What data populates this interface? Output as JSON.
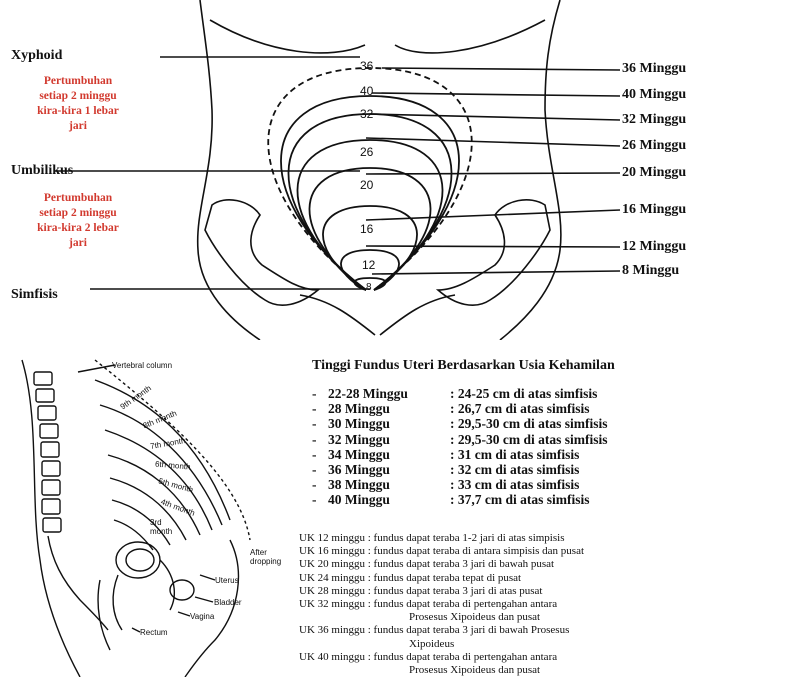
{
  "top_diagram": {
    "left_labels": {
      "xyphoid": "Xyphoid",
      "umbilikus": "Umbilikus",
      "simfisis": "Simfisis"
    },
    "red_notes": {
      "upper": [
        "Pertumbuhan",
        "setiap 2 minggu",
        "kira-kira 1 lebar",
        "jari"
      ],
      "lower": [
        "Pertumbuhan",
        "setiap 2 minggu",
        "kira-kira 2 lebar",
        "jari"
      ]
    },
    "right_labels": [
      "36 Minggu",
      "40 Minggu",
      "32 Minggu",
      "26 Minggu",
      "20 Minggu",
      "16 Minggu",
      "12 Minggu",
      "8 Minggu"
    ],
    "curve_numbers": [
      "36",
      "40",
      "32",
      "26",
      "20",
      "16",
      "12",
      "8"
    ]
  },
  "table": {
    "heading": "Tinggi Fundus Uteri Berdasarkan Usia Kehamilan",
    "rows": [
      {
        "dash": "-",
        "week": "22-28 Minggu",
        "value": ": 24-25 cm di atas simfisis"
      },
      {
        "dash": "-",
        "week": "28 Minggu",
        "value": ": 26,7 cm di atas simfisis"
      },
      {
        "dash": "-",
        "week": "30 Minggu",
        "value": ": 29,5-30 cm di atas simfisis"
      },
      {
        "dash": "-",
        "week": "32 Minggu",
        "value": ": 29,5-30 cm di atas simfisis"
      },
      {
        "dash": "-",
        "week": "34 Minggu",
        "value": ": 31 cm di atas simfisis"
      },
      {
        "dash": "-",
        "week": "36 Minggu",
        "value": ": 32 cm di atas simfisis"
      },
      {
        "dash": "-",
        "week": "38 Minggu",
        "value": ": 33 cm di atas simfisis"
      },
      {
        "dash": "-",
        "week": "40 Minggu",
        "value": ": 37,7 cm di atas simfisis"
      }
    ]
  },
  "notes": [
    "UK 12 minggu : fundus dapat teraba 1-2 jari di atas simpisis",
    "UK 16 minggu : fundus dapat teraba di antara simpisis dan pusat",
    "UK 20 minggu : fundus dapat teraba 3 jari di bawah pusat",
    "UK 24 minggu : fundus dapat teraba tepat di pusat",
    "UK 28 minggu : fundus dapat teraba 3 jari di atas pusat",
    "UK 32 minggu : fundus dapat teraba di pertengahan antara",
    "Prosesus Xipoideus dan pusat",
    "UK 36 minggu : fundus dapat teraba 3 jari di bawah Prosesus",
    "Xipoideus",
    "UK 40 minggu : fundus dapat teraba di pertengahan antara",
    "Prosesus Xipoideus dan pusat"
  ],
  "anatomy": {
    "vertebral_column": "Vertebral column",
    "month_9": "9th month",
    "month_8": "8th month",
    "month_7": "7th month",
    "month_6": "6th month",
    "month_5": "5th month",
    "month_4": "4th month",
    "month_3": "3rd month",
    "after_dropping": "After dropping",
    "uterus": "Uterus",
    "bladder": "Bladder",
    "vagina": "Vagina",
    "rectum": "Rectum"
  }
}
